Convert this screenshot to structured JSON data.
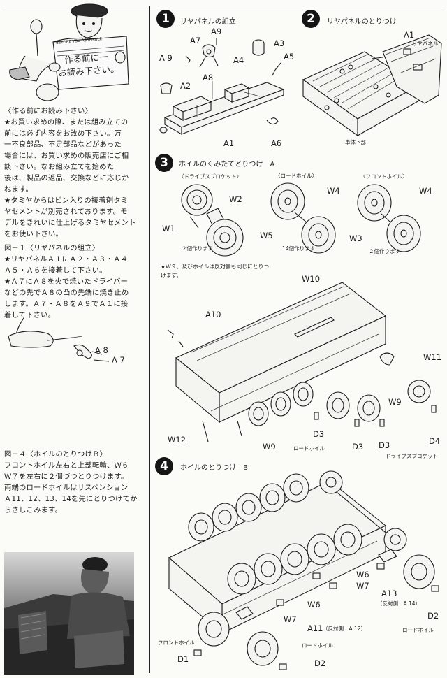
{
  "intro_bubble": [
    "作る前に一",
    "お読み下さい。"
  ],
  "newspaper_text": "BEFORE YOU ASSEMBLE",
  "notice_heading": "〈作る前にお読み下さい〉",
  "notice_lines": [
    "★お買い求めの際、または組み立ての",
    "前には必ず内容をお改め下さい。万",
    "一不良部品、不足部品などがあった",
    "場合には、お買い求めの販売店にご相",
    "談下さい。なお組み立てを始めた",
    "後は、製品の返品、交換などに応じか",
    "ねます。",
    "★タミヤからはビン入りの接着剤タミ",
    "ヤセメントが別売されております。モ",
    "デルをきれいに仕上げるタミヤセメント",
    "をお使い下さい。"
  ],
  "fig1_heading": "図－１〈リヤパネルの組立〉",
  "fig1_lines": [
    "★リヤパネルＡ１にＡ２・Ａ３・Ａ４",
    "Ａ５・Ａ６を接着して下さい。",
    "★Ａ７にＡ８を火で焼いたドライバー",
    "などの先でＡ８の凸の先端に焼き止め",
    "します。Ａ７・Ａ８をＡ９でＡ１に接",
    "着して下さい。"
  ],
  "tip_labels": [
    "A 8",
    "A 7"
  ],
  "fig4_heading": "図－４〈ホイルのとりつけＢ〉",
  "fig4_lines": [
    "フロントホイル左右と上部転輪、Ｗ６",
    "Ｗ７を左右に２個づつとりつけます。",
    "両端のロードホイルはサスペンション",
    "Ａ11、12、13、14を先にとりつけてか",
    "らさしこみます。"
  ],
  "step1": {
    "number": "1",
    "title": "リヤパネルの組立",
    "labels": [
      "A9",
      "A7",
      "A 9",
      "A8",
      "A4",
      "A3",
      "A5",
      "A2",
      "A1",
      "A6"
    ]
  },
  "step2": {
    "number": "2",
    "title": "リヤパネルのとりつけ",
    "part_label": "A1",
    "part_sub": "リヤパネル",
    "hull_label": "車体下部"
  },
  "step3": {
    "number": "3",
    "title": "ホイルのくみたてとりつけ　A",
    "sub_drive": "〈ドライブスプロケット〉",
    "sub_road": "〈ロードホイル〉",
    "sub_front": "〈フロントホイル〉",
    "make2": "２個作ります",
    "make14": "14個作ります",
    "make2b": "２個作ります",
    "note": [
      "★Ｗ９、及びホイルは反対側も同じにとりつ",
      "けます。"
    ],
    "parts_labels": [
      "W2",
      "W1",
      "W4",
      "W5",
      "W4",
      "W3"
    ],
    "hull_labels": [
      "W10",
      "A10",
      "W11",
      "W9",
      "W12",
      "W9",
      "D3",
      "D3",
      "D3",
      "D4"
    ],
    "road_wheel": "ロードホイル",
    "drive_sprocket": "ドライブスプロケット"
  },
  "step4": {
    "number": "4",
    "title": "ホイルのとりつけ　B",
    "labels": [
      "W6",
      "W7",
      "A13",
      "W6",
      "W7",
      "A11",
      "D1",
      "D2",
      "D2"
    ],
    "a14_note": "（反対側　A 14）",
    "a12_note": "（反対側　A 12）",
    "front_wheel": "フロントホイル",
    "road_wheel_l": "ロードホイル",
    "road_wheel_r": "ロードホイル"
  }
}
